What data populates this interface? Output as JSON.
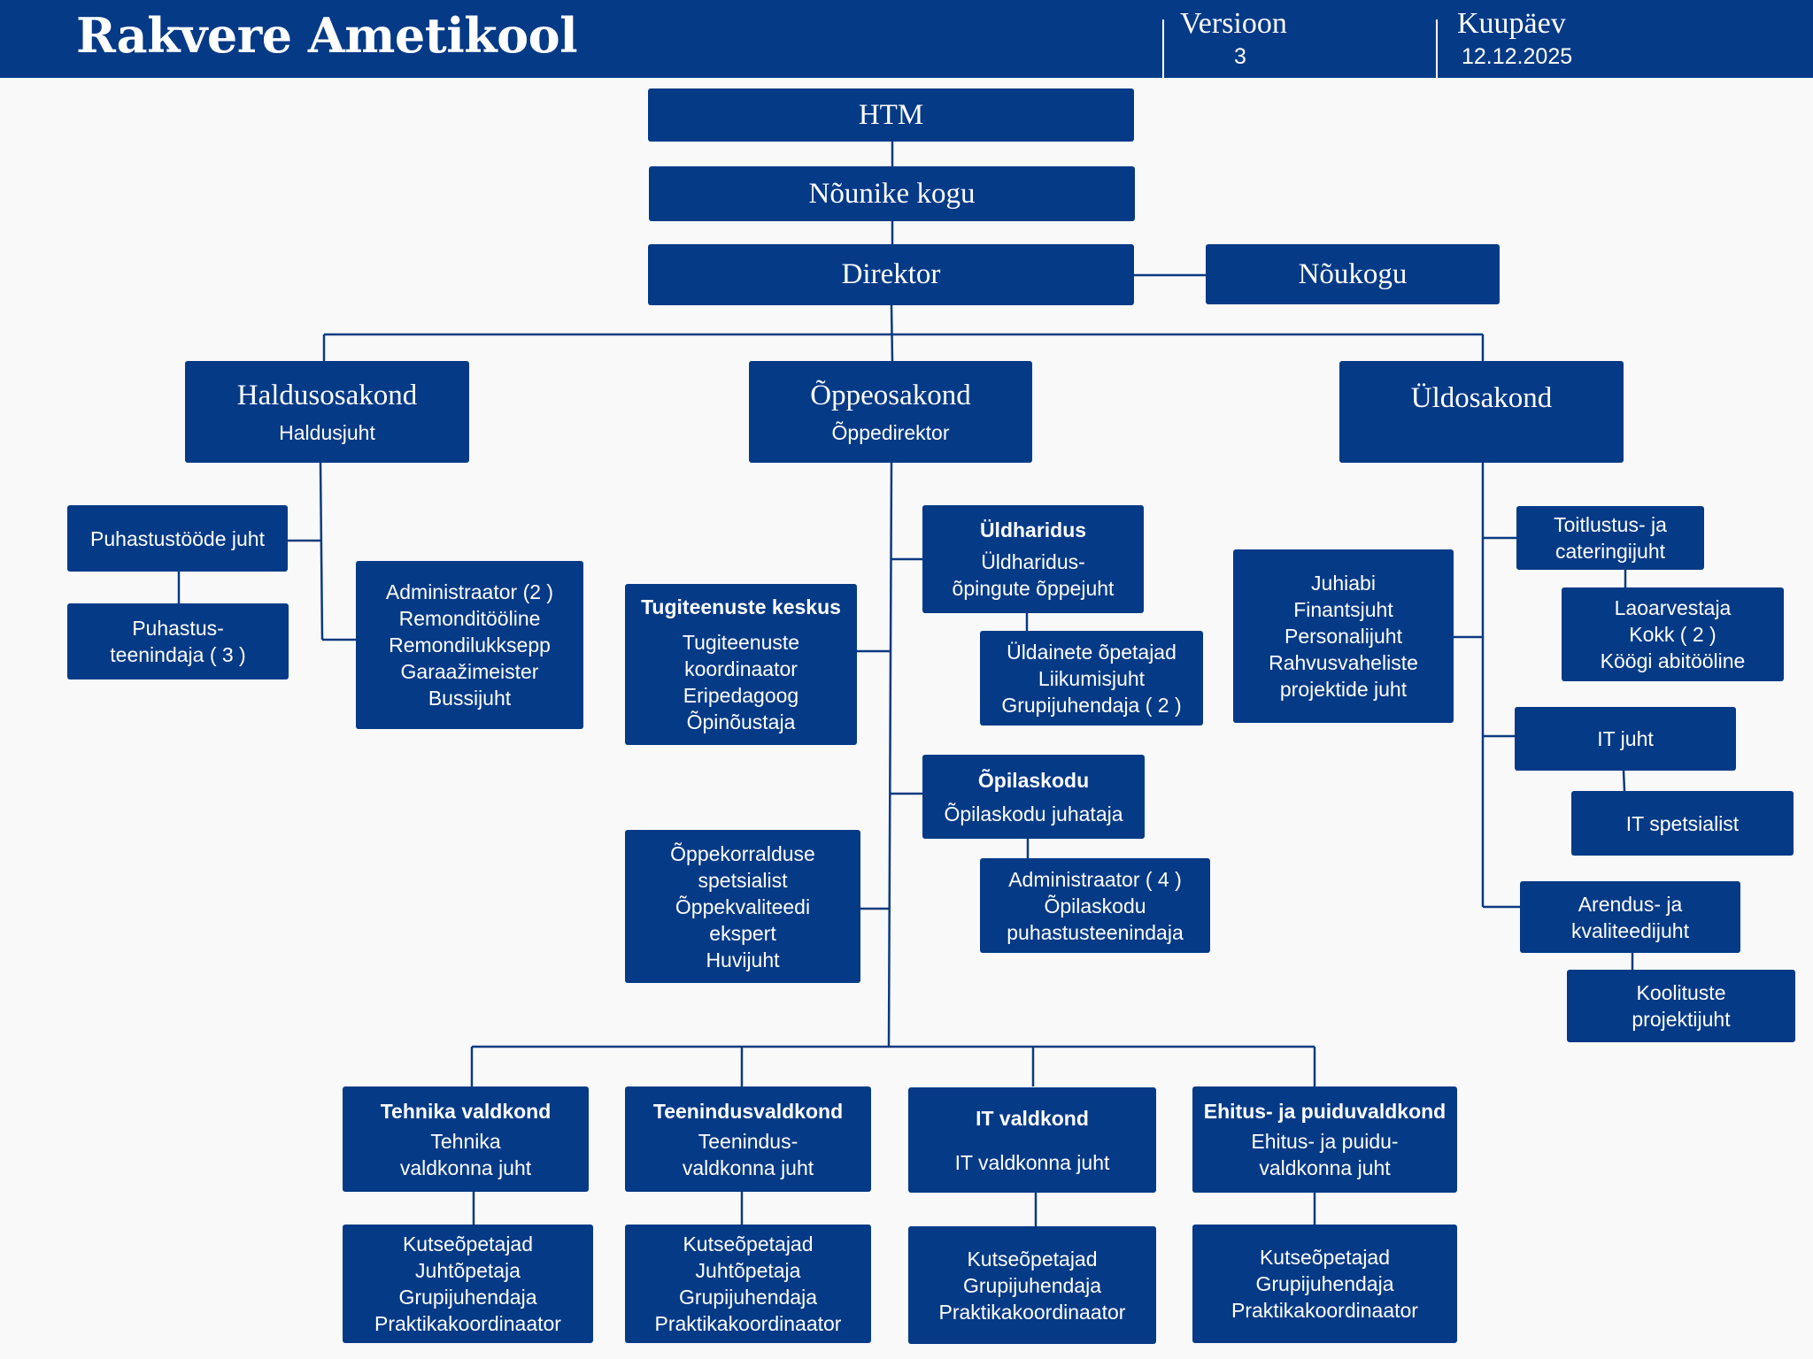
{
  "header": {
    "title": "Rakvere Ametikool",
    "version_label": "Versioon",
    "version_value": "3",
    "date_label": "Kuupäev",
    "date_value": "12.12.2025"
  },
  "top": {
    "htm": "HTM",
    "advisory_council": "Nõunike kogu",
    "director": "Direktor",
    "council": "Nõukogu"
  },
  "departments": {
    "haldus": {
      "name": "Haldusosakond",
      "head": "Haldusjuht"
    },
    "oppe": {
      "name": "Õppeosakond",
      "head": "Õppedirektor"
    },
    "uld": {
      "name": "Üldosakond",
      "head": ""
    }
  },
  "haldus_units": {
    "cleaning_head": "Puhastustööde juht",
    "cleaners": [
      "Puhastus-",
      "teenindaja ( 3 )"
    ],
    "staff": [
      "Administraator (2 )",
      "Remonditööline",
      "Remondilukksepp",
      "Garaažimeister",
      "Bussijuht"
    ]
  },
  "oppe_units": {
    "support_title": "Tugiteenuste keskus",
    "support_staff": [
      "Tugiteenuste",
      "koordinaator",
      "Eripedagoog",
      "Õpinõustaja"
    ],
    "general_title": "Üldharidus",
    "general_head": [
      "Üldharidus-",
      "õpingute õppejuht"
    ],
    "general_staff": [
      "Üldainete õpetajad",
      "Liikumisjuht",
      "Grupijuhendaja ( 2 )"
    ],
    "dorm_title": "Õpilaskodu",
    "dorm_head": "Õpilaskodu juhataja",
    "dorm_staff": [
      "Administraator ( 4 )",
      "Õpilaskodu",
      "puhastusteenindaja"
    ],
    "study_org": [
      "Õppekorralduse",
      "spetsialist",
      "Õppekvaliteedi",
      "ekspert",
      "Huvijuht"
    ]
  },
  "uld_units": {
    "office": [
      "Juhiabi",
      "Finantsjuht",
      "Personalijuht",
      "Rahvusvaheliste",
      "projektide juht"
    ],
    "catering_head": [
      "Toitlustus- ja",
      "cateringijuht"
    ],
    "catering_staff": [
      "Laoarvestaja",
      "Kokk ( 2 )",
      "Köögi abitööline"
    ],
    "it_head": "IT juht",
    "it_specialist": "IT spetsialist",
    "dev_head": [
      "Arendus- ja",
      "kvaliteedijuht"
    ],
    "training": [
      "Koolituste",
      "projektijuht"
    ]
  },
  "fields": [
    {
      "title": "Tehnika valdkond",
      "head": [
        "Tehnika",
        "valdkonna juht"
      ],
      "staff": [
        "Kutseõpetajad",
        "Juhtõpetaja",
        "Grupijuhendaja",
        "Praktikakoordinaator"
      ]
    },
    {
      "title": "Teenindusvaldkond",
      "head": [
        "Teenindus-",
        "valdkonna juht"
      ],
      "staff": [
        "Kutseõpetajad",
        "Juhtõpetaja",
        "Grupijuhendaja",
        "Praktikakoordinaator"
      ]
    },
    {
      "title": "IT valdkond",
      "head": [
        "IT valdkonna juht"
      ],
      "staff": [
        "Kutseõpetajad",
        "Grupijuhendaja",
        "Praktikakoordinaator"
      ]
    },
    {
      "title": "Ehitus- ja puiduvaldkond",
      "head": [
        "Ehitus- ja puidu-",
        "valdkonna juht"
      ],
      "staff": [
        "Kutseõpetajad",
        "Grupijuhendaja",
        "Praktikakoordinaator"
      ]
    }
  ],
  "colors": {
    "box": "#053a87",
    "line": "#0a3a80",
    "background": "#f9f9f9"
  }
}
